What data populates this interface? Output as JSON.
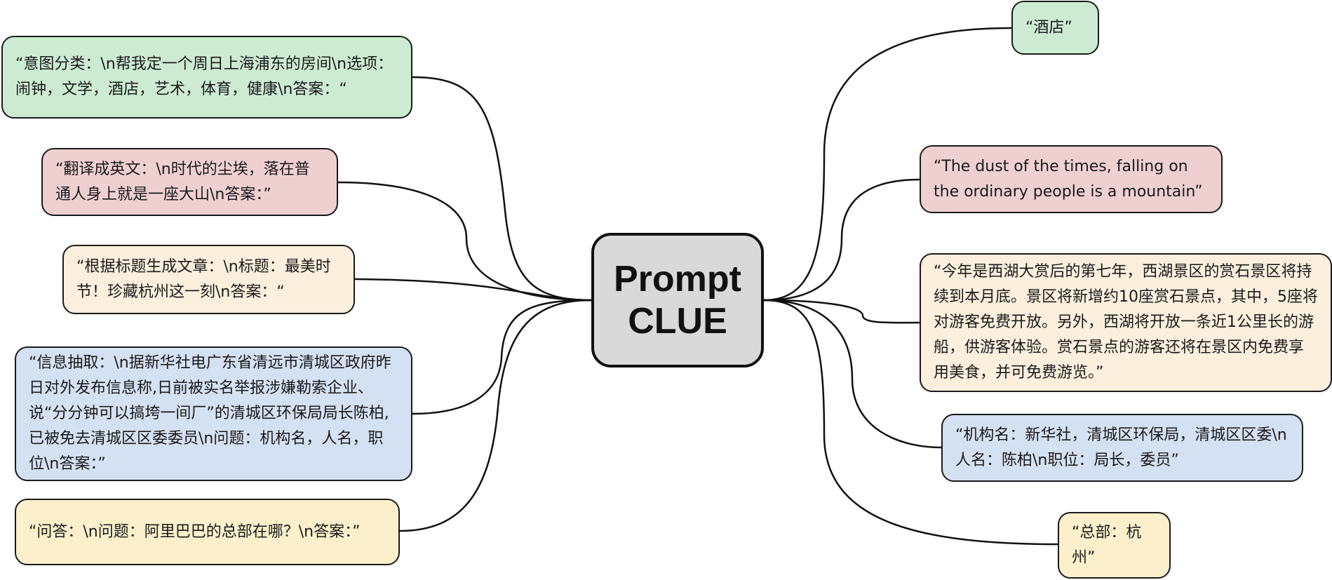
{
  "center": {
    "line1": "Prompt",
    "line2": "CLUE"
  },
  "left_nodes": [
    {
      "id": "intent",
      "text": "“意图分类：\\n帮我定一个周日上海浦东的房间\\n选项：闹钟，文学，酒店，艺术，体育，健康\\n答案：“",
      "color": "#cdebd3"
    },
    {
      "id": "translate",
      "text": "“翻译成英文：\\n时代的尘埃，落在普通人身上就是一座大山\\n答案：”",
      "color": "#efd0d1"
    },
    {
      "id": "generate",
      "text": "“根据标题生成文章：\\n标题：最美时节！珍藏杭州这一刻\\n答案：“",
      "color": "#fdefdd"
    },
    {
      "id": "extract",
      "text": "“信息抽取：\\n据新华社电广东省清远市清城区政府昨日对外发布信息称,日前被实名举报涉嫌勒索企业、说“分分钟可以搞垮一间厂”的清城区环保局局长陈柏,已被免去清城区区委委员\\n问题：机构名，人名，职位\\n答案：”",
      "color": "#d4e1f2"
    },
    {
      "id": "qa",
      "text": "“问答：\\n问题：阿里巴巴的总部在哪？\\n答案：”",
      "color": "#fbf0cb"
    }
  ],
  "right_nodes": [
    {
      "id": "intent-answer",
      "text": "“酒店”",
      "color": "#cdebd3"
    },
    {
      "id": "translate-answer",
      "text": "“The dust of the times, falling on the ordinary people is a mountain”",
      "color": "#efd0d1"
    },
    {
      "id": "generate-answer",
      "text": "“今年是西湖大赏后的第七年，西湖景区的赏石景区将持续到本月底。景区将新增约10座赏石景点，其中，5座将对游客免费开放。另外，西湖将开放一条近1公里长的游船，供游客体验。赏石景点的游客还将在景区内免费享用美食，并可免费游览。”",
      "color": "#fdefdd"
    },
    {
      "id": "extract-answer",
      "text": "“机构名：新华社，清城区环保局，清城区区委\\n人名：陈柏\\n职位：局长，委员”",
      "color": "#d4e1f2"
    },
    {
      "id": "qa-answer",
      "text": "“总部：杭州”",
      "color": "#fbf0cb"
    }
  ]
}
